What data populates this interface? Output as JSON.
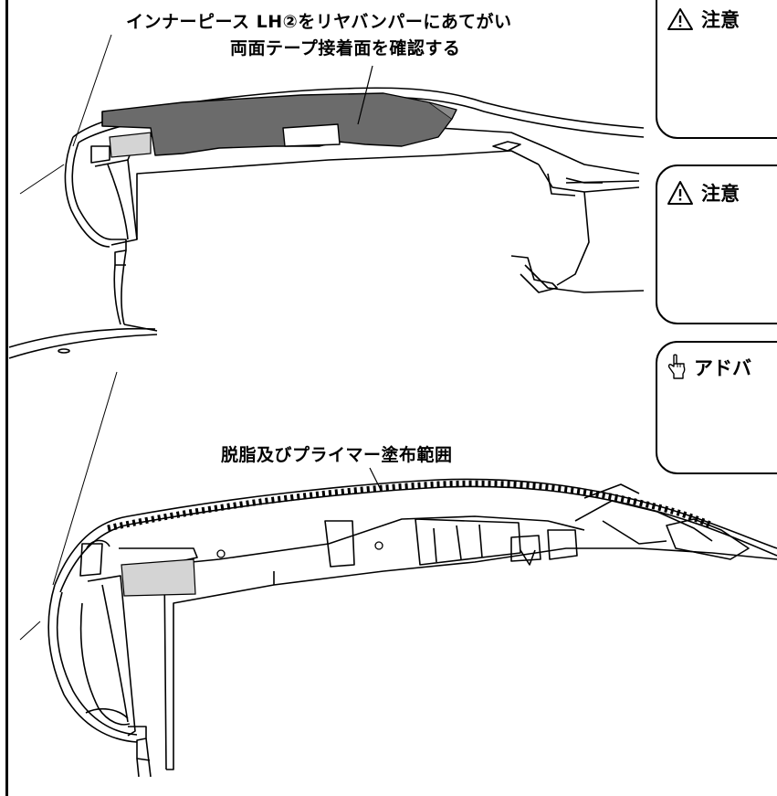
{
  "captions": {
    "top_line1": "インナーピース LH②をリヤバンパーにあてがい",
    "top_line2": "両面テープ接着面を確認する",
    "bottom": "脱脂及びプライマー塗布範囲"
  },
  "side_notes": [
    {
      "label": "注意",
      "icon": "warning-triangle-icon"
    },
    {
      "label": "注意",
      "icon": "warning-triangle-icon"
    },
    {
      "label": "アドバ",
      "icon": "pointing-hand-icon"
    }
  ],
  "colors": {
    "highlight_part": "#6b6b6b",
    "shade_part": "#d4d4d4",
    "line": "#000000"
  }
}
